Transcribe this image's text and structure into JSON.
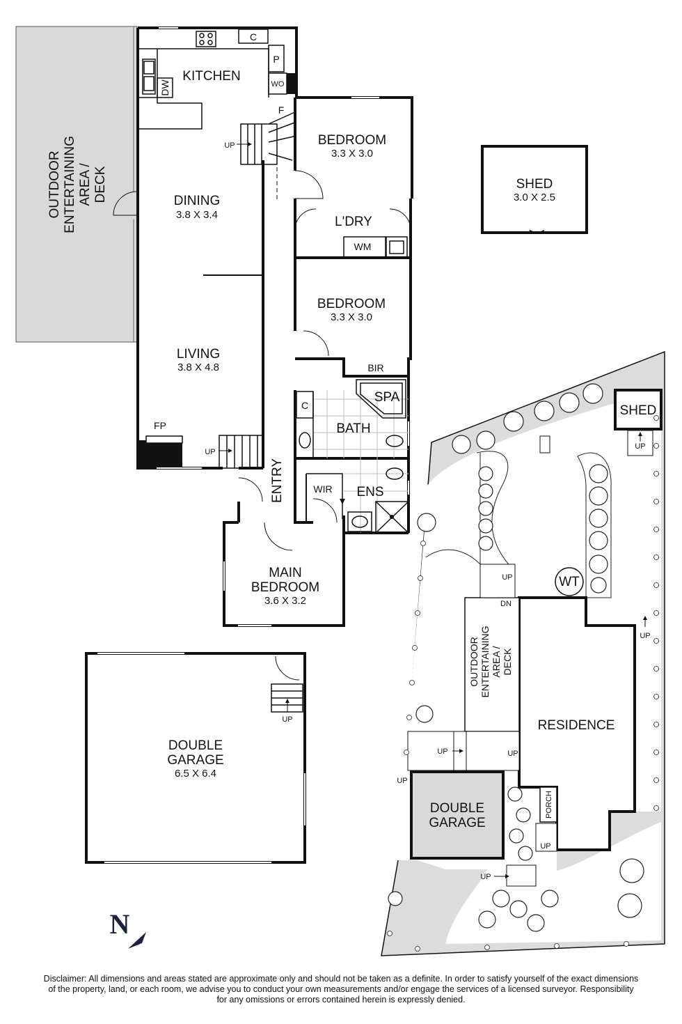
{
  "rooms": {
    "kitchen": "KITCHEN",
    "dining": "DINING",
    "dining_dim": "3.8 X 3.4",
    "living": "LIVING",
    "living_dim": "3.8 X 4.8",
    "bedroom2": "BEDROOM",
    "bedroom2_dim": "3.3 X 3.0",
    "laundry": "L'DRY",
    "bedroom3": "BEDROOM",
    "bedroom3_dim": "3.3 X 3.0",
    "bir": "BIR",
    "spa": "SPA",
    "bath": "BATH",
    "wir": "WIR",
    "ens": "ENS",
    "entry": "ENTRY",
    "main_bedroom_1": "MAIN",
    "main_bedroom_2": "BEDROOM",
    "main_bedroom_dim": "3.6 X 3.2",
    "garage_1": "DOUBLE",
    "garage_2": "GARAGE",
    "garage_dim": "6.5 X 6.4",
    "shed": "SHED",
    "shed_dim": "3.0 X 2.5",
    "deck_1": "OUTDOOR",
    "deck_2": "ENTERTAINING",
    "deck_3": "AREA /",
    "deck_4": "DECK"
  },
  "fixtures": {
    "c": "C",
    "p": "P",
    "wo": "WO",
    "dw": "DW",
    "f": "F",
    "wm": "WM",
    "fp": "FP",
    "up": "UP"
  },
  "site": {
    "shed": "SHED",
    "wt": "WT",
    "up": "UP",
    "dn": "DN",
    "porch": "PORCH",
    "residence": "RESIDENCE",
    "garage_1": "DOUBLE",
    "garage_2": "GARAGE",
    "deck_1": "OUTDOOR",
    "deck_2": "ENTERTAINING",
    "deck_3": "AREA /",
    "deck_4": "DECK"
  },
  "compass": {
    "label": "N"
  },
  "disclaimer": {
    "line1": "Disclaimer: All dimensions and areas stated are approximate only and should not be taken as a definite. In order to satisfy yourself of the exact dimensions",
    "line2": "of the property, land, or each room, we advise you to conduct your own measurements and/or engage the services of a licensed surveyor. Responsibility",
    "line3": "for any omissions or errors contained herein is expressly denied."
  }
}
